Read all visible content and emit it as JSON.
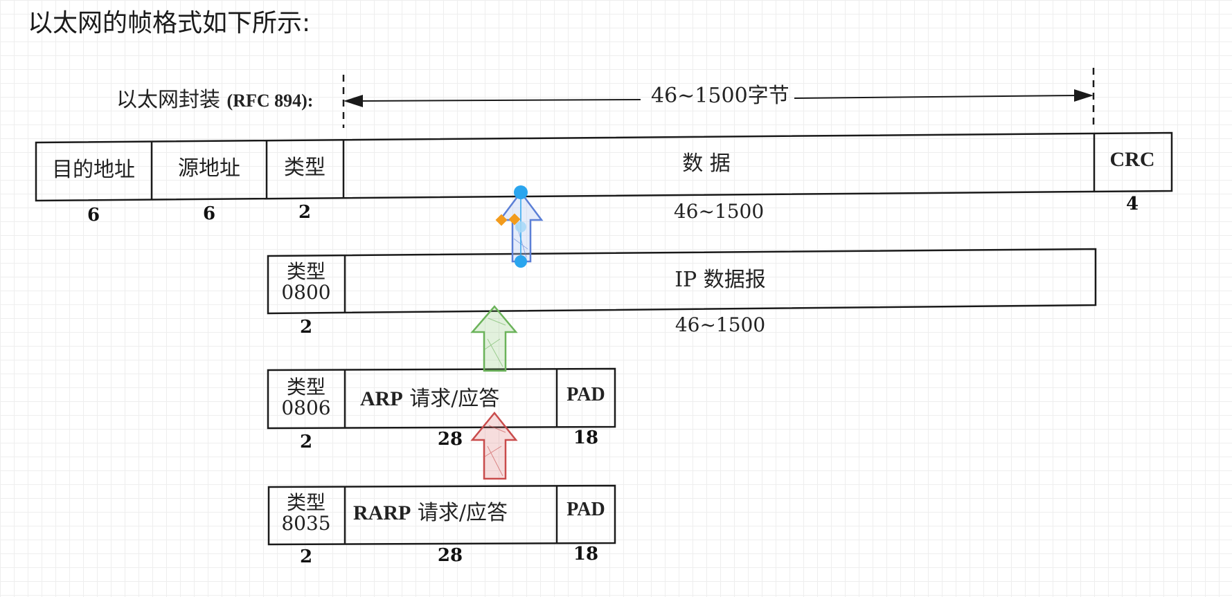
{
  "heading": "以太网的帧格式如下所示:",
  "encapsulation": {
    "label_prefix": "以太网封装",
    "label_rfc": "(RFC 894):",
    "span_label": "46~1500字节"
  },
  "ethernet_frame": {
    "fields": [
      {
        "name": "目的地址",
        "size": "6"
      },
      {
        "name": "源地址",
        "size": "6"
      },
      {
        "name": "类型",
        "size": "2"
      },
      {
        "name": "数 据",
        "size": "46~1500"
      },
      {
        "name": "CRC",
        "size": "4"
      }
    ]
  },
  "ip_frame": {
    "type_label": "类型",
    "type_code": "0800",
    "type_size": "2",
    "payload": "IP 数据报",
    "payload_size": "46~1500"
  },
  "arp_frame": {
    "type_label": "类型",
    "type_code": "0806",
    "type_size": "2",
    "payload_prefix": "ARP",
    "payload_text": " 请求/应答",
    "payload_size": "28",
    "pad": "PAD",
    "pad_size": "18"
  },
  "rarp_frame": {
    "type_label": "类型",
    "type_code": "8035",
    "type_size": "2",
    "payload_prefix": "RARP",
    "payload_text": " 请求/应答",
    "payload_size": "28",
    "pad": "PAD",
    "pad_size": "18"
  },
  "colors": {
    "line": "#1a1a1a",
    "arrow_blue": "#5b7fd6",
    "arrow_green": "#6bb35a",
    "arrow_red": "#c94c4c",
    "handle_blue": "#2aa5ee",
    "handle_orange": "#f29b1d"
  }
}
